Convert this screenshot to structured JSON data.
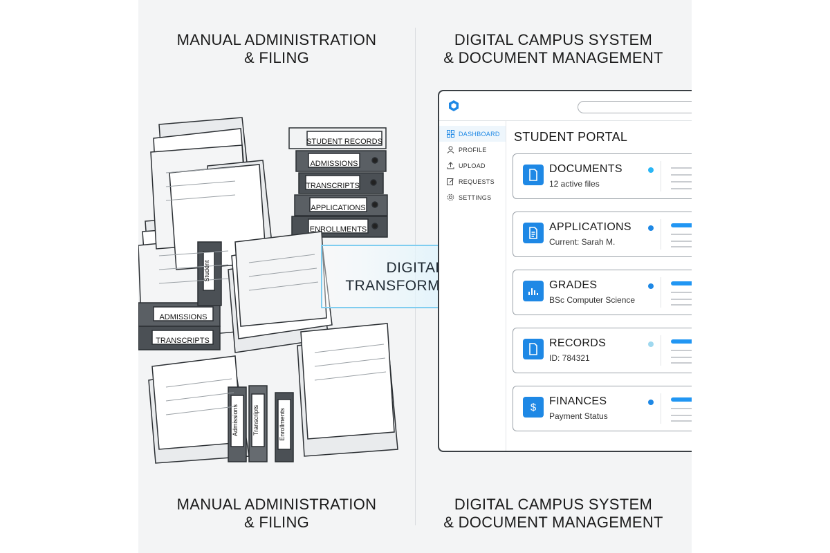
{
  "left_panel": {
    "title_top": [
      "MANUAL ADMINISTRATION",
      "& FILING"
    ],
    "title_bottom": [
      "MANUAL ADMINISTRATION",
      "& FILING"
    ],
    "binder_labels": [
      "STUDENT RECORDS",
      "ADMISSIONS",
      "TRANSCRIPTS",
      "APPLICATIONS",
      "ENROLLMENTS",
      "ADMISSIONS",
      "TRANSCRIPTS"
    ],
    "vertical_labels": [
      "Student",
      "Admissions",
      "Transcripts",
      "Enrollments"
    ]
  },
  "right_panel": {
    "title_top": [
      "DIGITAL CAMPUS SYSTEM",
      "& DOCUMENT MANAGEMENT"
    ],
    "title_bottom": [
      "DIGITAL CAMPUS SYSTEM",
      "& DOCUMENT MANAGEMENT"
    ]
  },
  "arrow": {
    "label": [
      "DIGITAL",
      "TRANSFORMATION"
    ]
  },
  "portal": {
    "title": "STUDENT PORTAL",
    "nav": [
      {
        "label": "DASHBOARD",
        "icon": "grid-icon",
        "active": true
      },
      {
        "label": "PROFILE",
        "icon": "user-icon"
      },
      {
        "label": "UPLOAD",
        "icon": "upload-icon"
      },
      {
        "label": "REQUESTS",
        "icon": "edit-icon"
      },
      {
        "label": "SETTINGS",
        "icon": "gear-icon"
      }
    ],
    "cards": [
      {
        "title": "DOCUMENTS",
        "subtitle": "12 active files",
        "icon": "document-icon",
        "dot_color": "#29b6f6"
      },
      {
        "title": "APPLICATIONS",
        "subtitle": "Current: Sarah M.",
        "icon": "form-icon",
        "dot_color": "#1e88e5"
      },
      {
        "title": "GRADES",
        "subtitle": "BSc Computer Science",
        "icon": "bar-chart-icon",
        "dot_color": "#1e88e5"
      },
      {
        "title": "RECORDS",
        "subtitle": "ID: 784321",
        "icon": "document-icon",
        "dot_color": "#9fd8ef"
      },
      {
        "title": "FINANCES",
        "subtitle": "Payment Status",
        "icon": "dollar-icon",
        "dot_color": "#1e88e5"
      }
    ]
  },
  "colors": {
    "accent": "#1e88e5",
    "light_blue": "#29b6f6",
    "arrow_fill": "#dcf1fb",
    "background": "#f3f4f5"
  }
}
